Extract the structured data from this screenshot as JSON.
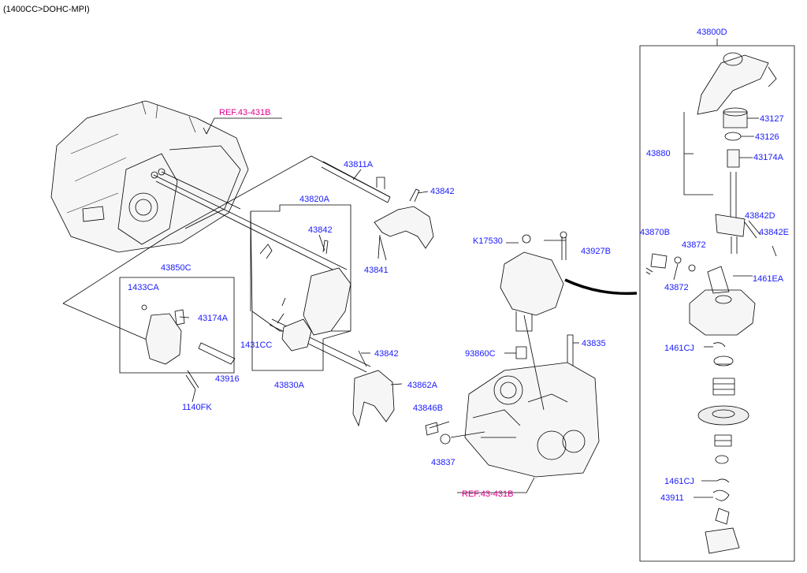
{
  "header": "(1400CC>DOHC-MPI)",
  "colors": {
    "part_label": "#1a1aff",
    "ref_label": "#e00090",
    "line": "#000000"
  },
  "refs": [
    "REF.43-431B",
    "REF.43-431B"
  ],
  "labels": {
    "p43800D": "43800D",
    "p43127": "43127",
    "p43126": "43126",
    "p43880": "43880",
    "p43174A_r": "43174A",
    "p43842D": "43842D",
    "p43842E": "43842E",
    "p43870B": "43870B",
    "p43872a": "43872",
    "p43872b": "43872",
    "p1461EA": "1461EA",
    "p1461CJa": "1461CJ",
    "p1461CJb": "1461CJ",
    "p43911": "43911",
    "p43811A": "43811A",
    "p43842a": "43842",
    "p43820A": "43820A",
    "p43842b": "43842",
    "p43841": "43841",
    "p43850C": "43850C",
    "p1433CA": "1433CA",
    "p43174A_l": "43174A",
    "p43916": "43916",
    "p1140FK": "1140FK",
    "p1431CC": "1431CC",
    "p43842c": "43842",
    "p43830A": "43830A",
    "p43862A": "43862A",
    "pK17530": "K17530",
    "p43927B": "43927B",
    "p93860C": "93860C",
    "p43835": "43835",
    "p43846B": "43846B",
    "p43837": "43837"
  }
}
